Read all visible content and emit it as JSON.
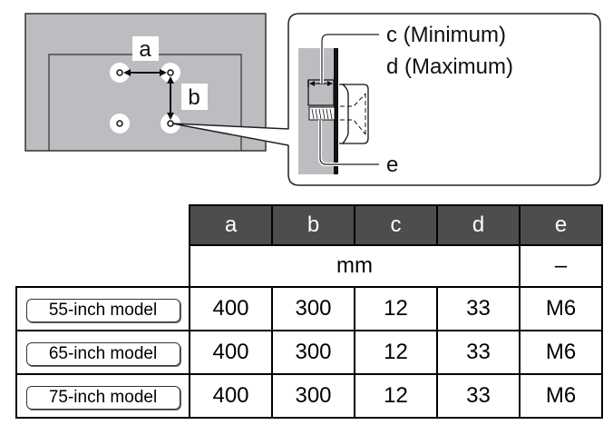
{
  "diagram": {
    "tv_back_labels": {
      "a": "a",
      "b": "b"
    },
    "callout_labels": {
      "c": "c (Minimum)",
      "d": "d (Maximum)",
      "e": "e"
    },
    "colors": {
      "tv_gray": "#bcbdc0",
      "wall_gray": "#bcbdc0",
      "outline": "#333333"
    }
  },
  "table": {
    "headers": [
      "a",
      "b",
      "c",
      "d",
      "e"
    ],
    "units": {
      "abcd": "mm",
      "e": "–"
    },
    "rows": [
      {
        "model": "55-inch model",
        "values": [
          "400",
          "300",
          "12",
          "33",
          "M6"
        ]
      },
      {
        "model": "65-inch model",
        "values": [
          "400",
          "300",
          "12",
          "33",
          "M6"
        ]
      },
      {
        "model": "75-inch model",
        "values": [
          "400",
          "300",
          "12",
          "33",
          "M6"
        ]
      }
    ],
    "colors": {
      "header_bg": "#4d4d4d",
      "header_text": "#ffffff"
    }
  }
}
